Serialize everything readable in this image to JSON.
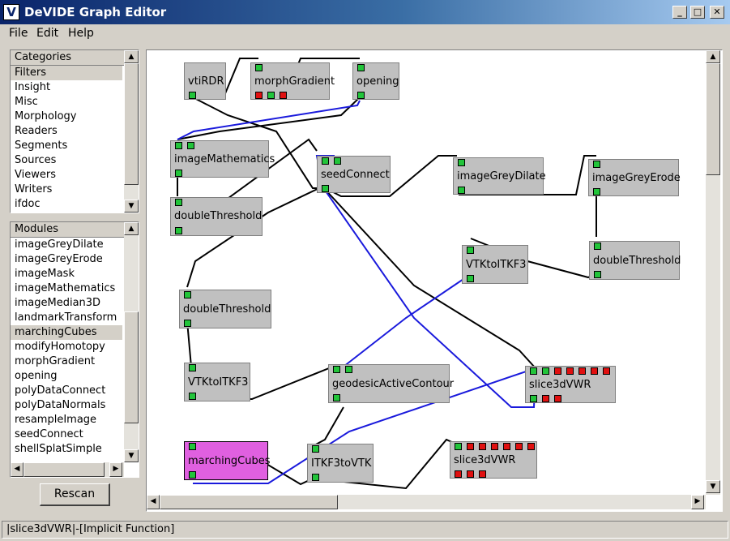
{
  "window": {
    "title": "DeVIDE Graph Editor",
    "icon_letter": "V",
    "controls": [
      "_",
      "□",
      "✕"
    ]
  },
  "menu": [
    "File",
    "Edit",
    "Help"
  ],
  "categories": {
    "header": "Categories",
    "items": [
      "Filters",
      "Insight",
      "Misc",
      "Morphology",
      "Readers",
      "Segments",
      "Sources",
      "Viewers",
      "Writers",
      "ifdoc"
    ],
    "selected": "Filters"
  },
  "modules": {
    "header": "Modules",
    "items": [
      "imageGreyDilate",
      "imageGreyErode",
      "imageMask",
      "imageMathematics",
      "imageMedian3D",
      "landmarkTransform",
      "marchingCubes",
      "modifyHomotopy",
      "morphGradient",
      "opening",
      "polyDataConnect",
      "polyDataNormals",
      "resampleImage",
      "seedConnect",
      "shellSplatSimple"
    ],
    "selected": "marchingCubes"
  },
  "rescan_label": "Rescan",
  "status": "|slice3dVWR|-[Implicit Function]",
  "graph": {
    "selected_node_color": "#e060e0",
    "port_connected_color": "#22c43a",
    "port_unconnected_color": "#e01010",
    "vtk_connection_color": "#1a1adc",
    "data_connection_color": "#000000",
    "nodes": [
      {
        "label": "vtiRDR"
      },
      {
        "label": "morphGradient"
      },
      {
        "label": "opening"
      },
      {
        "label": "imageMathematics"
      },
      {
        "label": "seedConnect"
      },
      {
        "label": "imageGreyDilate"
      },
      {
        "label": "imageGreyErode"
      },
      {
        "label": "doubleThreshold"
      },
      {
        "label": "VTKtoITKF3"
      },
      {
        "label": "doubleThreshold"
      },
      {
        "label": "doubleThreshold"
      },
      {
        "label": "VTKtoITKF3"
      },
      {
        "label": "geodesicActiveContour"
      },
      {
        "label": "slice3dVWR"
      },
      {
        "label": "marchingCubes"
      },
      {
        "label": "ITKF3toVTK"
      },
      {
        "label": "slice3dVWR"
      }
    ]
  }
}
